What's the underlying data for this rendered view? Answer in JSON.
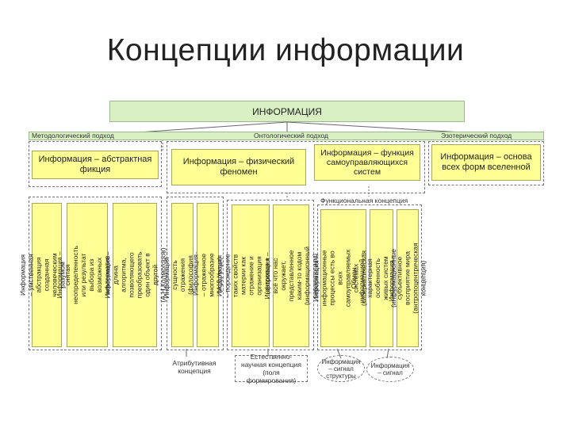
{
  "title": "Концепции информации",
  "root": "ИНФОРМАЦИЯ",
  "approaches": [
    "Методологический подход",
    "Онтологический подход",
    "Эзотерический подход"
  ],
  "concepts": [
    "Информация – абстрактная фикция",
    "Информация – физический феномен",
    "Информация – функция самоуправляющихся систем",
    "Информация – основа всех форм вселенной"
  ],
  "functional_concept": "Функциональная концепция",
  "vertical_boxes": [
    "Информация – умственная абстракция созданная человеческим разумом (Н.Винер)",
    "Информация – снятая неопределенность или результат выбора из возможных альтернатив (К.Шеннон)",
    "Информация – длина алгоритма, позволяющего преобразовать один объект в другой (А.Н.Колмогоров)",
    "Информация – сущность отражения (философия материализма)",
    "Информация – отраженное многообразие (А.Д.Урсул)",
    "Информация – порождение таких свойств материи как отражение и организация (энтропия + отрицательная энтропия)",
    "Информация – всё что нас окружает, представленное каким-то кодом (информационный гносеологизм)",
    "Информация – информационные процессы есть во всех самоуправляемых системах (кибернетическая концепция)",
    "Обмен информацией – характерная особенность живых систем (информационные процессы в биосистемах)",
    "Информация – субъективное восприятие мира (антропоцентрическая концепция)"
  ],
  "bottom_labels": {
    "attributive": "Атрибутивная концепция",
    "natural": "Естественно-научная концепция (поля формирования)"
  },
  "ovals": [
    "Информация – сигнал структуры",
    "Информация – сигнал"
  ]
}
